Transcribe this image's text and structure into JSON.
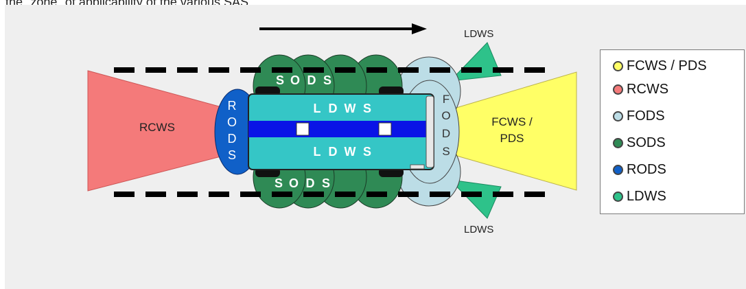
{
  "caption": "the \"zone\" of applicability of the various SAS.",
  "diagram": {
    "zones": {
      "rcws": "RCWS",
      "fcws_line1": "FCWS /",
      "fcws_line2": "PDS",
      "ldws_top": "LDWS",
      "ldws_bottom": "LDWS",
      "sods_top": "SODS",
      "sods_bottom": "SODS",
      "rods": "RODS",
      "fods": "FODS",
      "bus_ldws_top": "LDWS",
      "bus_ldws_bottom": "LDWS"
    },
    "direction": "forward"
  },
  "legend": {
    "items": [
      {
        "label": "FCWS / PDS",
        "color": "#ffff66"
      },
      {
        "label": "RCWS",
        "color": "#f47a7a"
      },
      {
        "label": "FODS",
        "color": "#bcdde6"
      },
      {
        "label": "SODS",
        "color": "#2f8a55"
      },
      {
        "label": "RODS",
        "color": "#1060c8"
      },
      {
        "label": "LDWS",
        "color": "#2ec28a"
      }
    ]
  },
  "colors": {
    "panel": "#efefef",
    "rcws": "#f47a7a",
    "fcws": "#ffff66",
    "fods": "#bcdde6",
    "sods": "#2f8a55",
    "rods": "#1060c8",
    "ldws": "#2ec28a",
    "bus_body": "#35c6c6",
    "bus_stripe": "#0a14e6"
  }
}
